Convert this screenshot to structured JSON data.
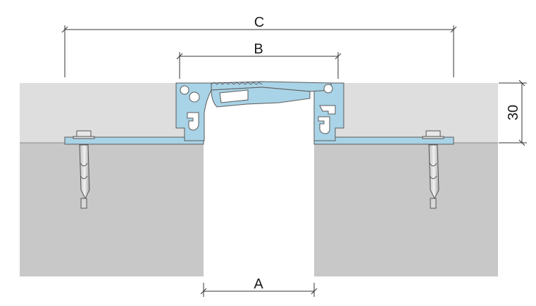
{
  "dimensions": {
    "top_span": "C",
    "profile_width": "B",
    "gap_width": "A",
    "height": "30"
  },
  "colors": {
    "slab": "#c8c8c8",
    "screed": "#dedede",
    "profile": "#a9d3e6",
    "outline": "#5a5a5a",
    "dimension_line": "#333333"
  }
}
